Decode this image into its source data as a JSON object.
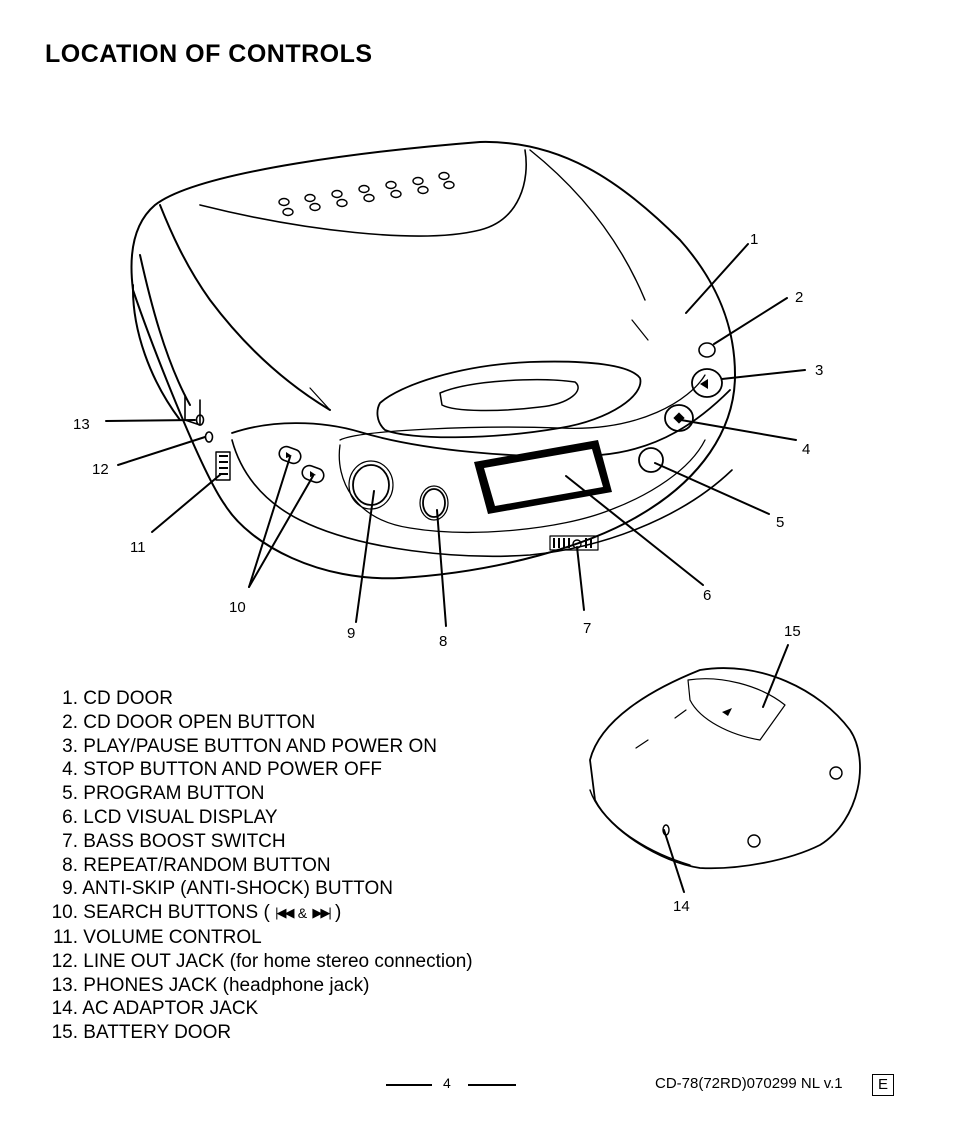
{
  "title": "LOCATION OF CONTROLS",
  "callouts": {
    "c1": "1",
    "c2": "2",
    "c3": "3",
    "c4": "4",
    "c5": "5",
    "c6": "6",
    "c7": "7",
    "c8": "8",
    "c9": "9",
    "c10": "10",
    "c11": "11",
    "c12": "12",
    "c13": "13",
    "c14": "14",
    "c15": "15"
  },
  "legend": [
    {
      "num": "1.",
      "label": "CD DOOR"
    },
    {
      "num": "2.",
      "label": "CD DOOR OPEN BUTTON"
    },
    {
      "num": "3.",
      "label": "PLAY/PAUSE BUTTON AND POWER ON"
    },
    {
      "num": "4.",
      "label": "STOP BUTTON AND POWER OFF"
    },
    {
      "num": "5.",
      "label": "PROGRAM BUTTON"
    },
    {
      "num": "6.",
      "label": "LCD VISUAL DISPLAY"
    },
    {
      "num": "7.",
      "label": "BASS BOOST SWITCH"
    },
    {
      "num": "8.",
      "label": "REPEAT/RANDOM BUTTON"
    },
    {
      "num": "9.",
      "label": "ANTI-SKIP (ANTI-SHOCK) BUTTON"
    },
    {
      "num": "10.",
      "label": "SEARCH BUTTONS (",
      "sym1": "|◀◀",
      "amp": "&",
      "sym2": "▶▶|",
      "close": ")"
    },
    {
      "num": "11.",
      "label": "VOLUME CONTROL"
    },
    {
      "num": "12.",
      "label": "LINE OUT JACK (for home stereo connection)"
    },
    {
      "num": "13.",
      "label": "PHONES JACK (headphone jack)"
    },
    {
      "num": "14.",
      "label": "AC ADAPTOR JACK"
    },
    {
      "num": "15.",
      "label": "BATTERY DOOR"
    }
  ],
  "footer": {
    "page": "4",
    "model": "CD-78(72RD)070299 NL v.1",
    "lang": "E"
  }
}
